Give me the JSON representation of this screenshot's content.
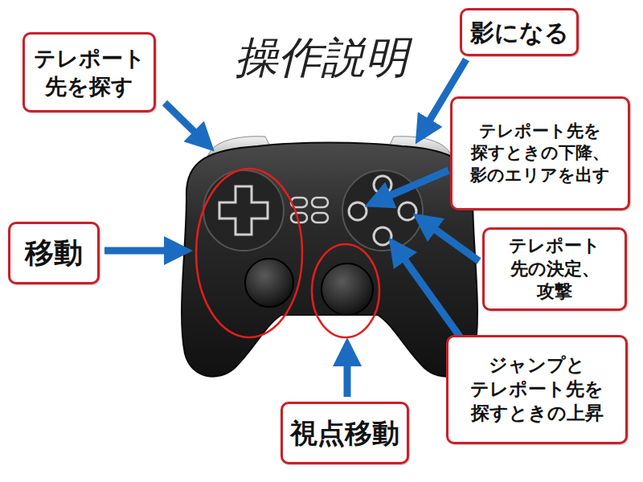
{
  "diagram": {
    "title": "操作説明",
    "nodes": [
      {
        "text": [
          "テレポート 先を探す"
        ]
      },
      {
        "text": [
          "影になる"
        ]
      },
      {
        "text": [
          "テレポート先を 探すときの下降、 影のエリアを出す"
        ]
      },
      {
        "text": [
          "移動"
        ]
      },
      {
        "text": [
          "テレポート 先の決定、 攻撃"
        ]
      },
      {
        "text": [
          "ジャンプと テレポート先を 探すときの上昇"
        ]
      },
      {
        "text": [
          "視点移動"
        ]
      }
    ]
  }
}
